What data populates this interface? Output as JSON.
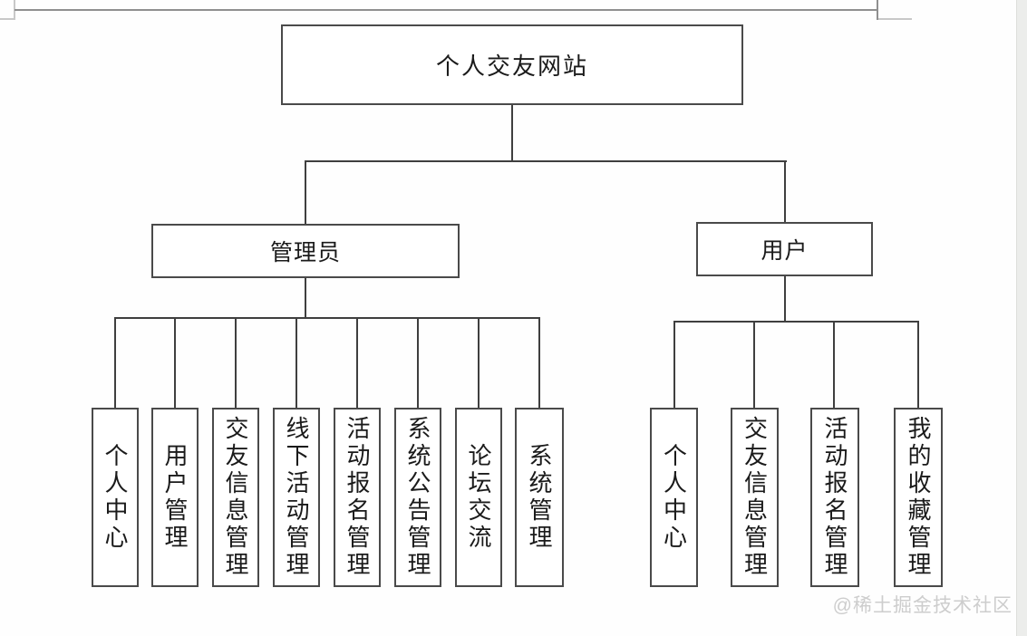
{
  "diagram": {
    "root": {
      "label": "个人交友网站"
    },
    "branches": [
      {
        "label": "管理员",
        "children": [
          "个人中心",
          "用户管理",
          "交友信息管理",
          "线下活动管理",
          "活动报名管理",
          "系统公告管理",
          "论坛交流",
          "系统管理"
        ]
      },
      {
        "label": "用户",
        "children": [
          "个人中心",
          "交友信息管理",
          "活动报名管理",
          "我的收藏管理"
        ]
      }
    ]
  },
  "watermark": {
    "text": "@稀土掘金技术社区"
  },
  "colors": {
    "border": "#4a4a4a",
    "connector": "#3f3f3f",
    "text": "#1a1a1a",
    "watermark": "#cdcdcd",
    "artifact_dark": "#8f8f8f",
    "artifact_light": "#c8c8c8",
    "scrollbar": "#ecedeb"
  }
}
